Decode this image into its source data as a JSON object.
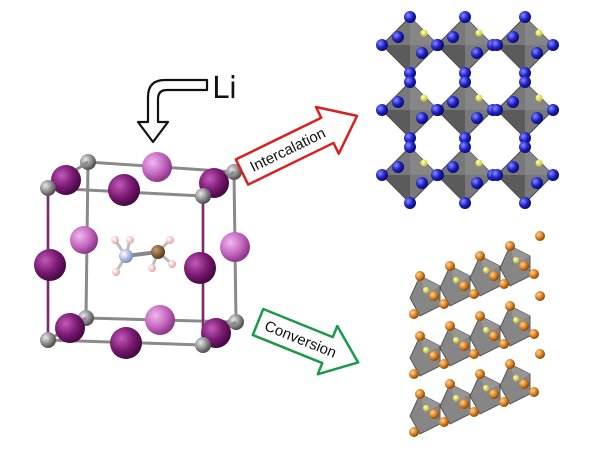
{
  "reactant_label": "Li",
  "pathways": [
    {
      "label": "Intercalation",
      "border_color": "#d9201f"
    },
    {
      "label": "Conversion",
      "border_color": "#1a9a48"
    }
  ],
  "colors": {
    "iodine_dark": "#7a1a72",
    "iodine_light": "#c468c0",
    "lead_grey": "#8c8c8c",
    "octahedron_grey": "#6b6b6b",
    "blue_atom": "#1e22c8",
    "yellow_atom": "#e8e83a",
    "orange_atom": "#d9801e"
  }
}
